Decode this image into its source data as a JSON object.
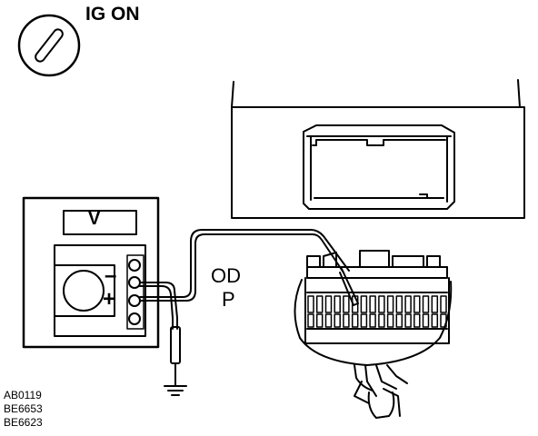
{
  "ignition_label": "IG ON",
  "meter": {
    "unit_label": "V",
    "negative_sign": "–",
    "positive_sign": "+"
  },
  "terminal_label": {
    "line1": "OD",
    "line2": "P"
  },
  "codes": [
    "AB0119",
    "BE6653",
    "BE6623"
  ],
  "colors": {
    "ink": "#000000",
    "background": "#ffffff"
  }
}
